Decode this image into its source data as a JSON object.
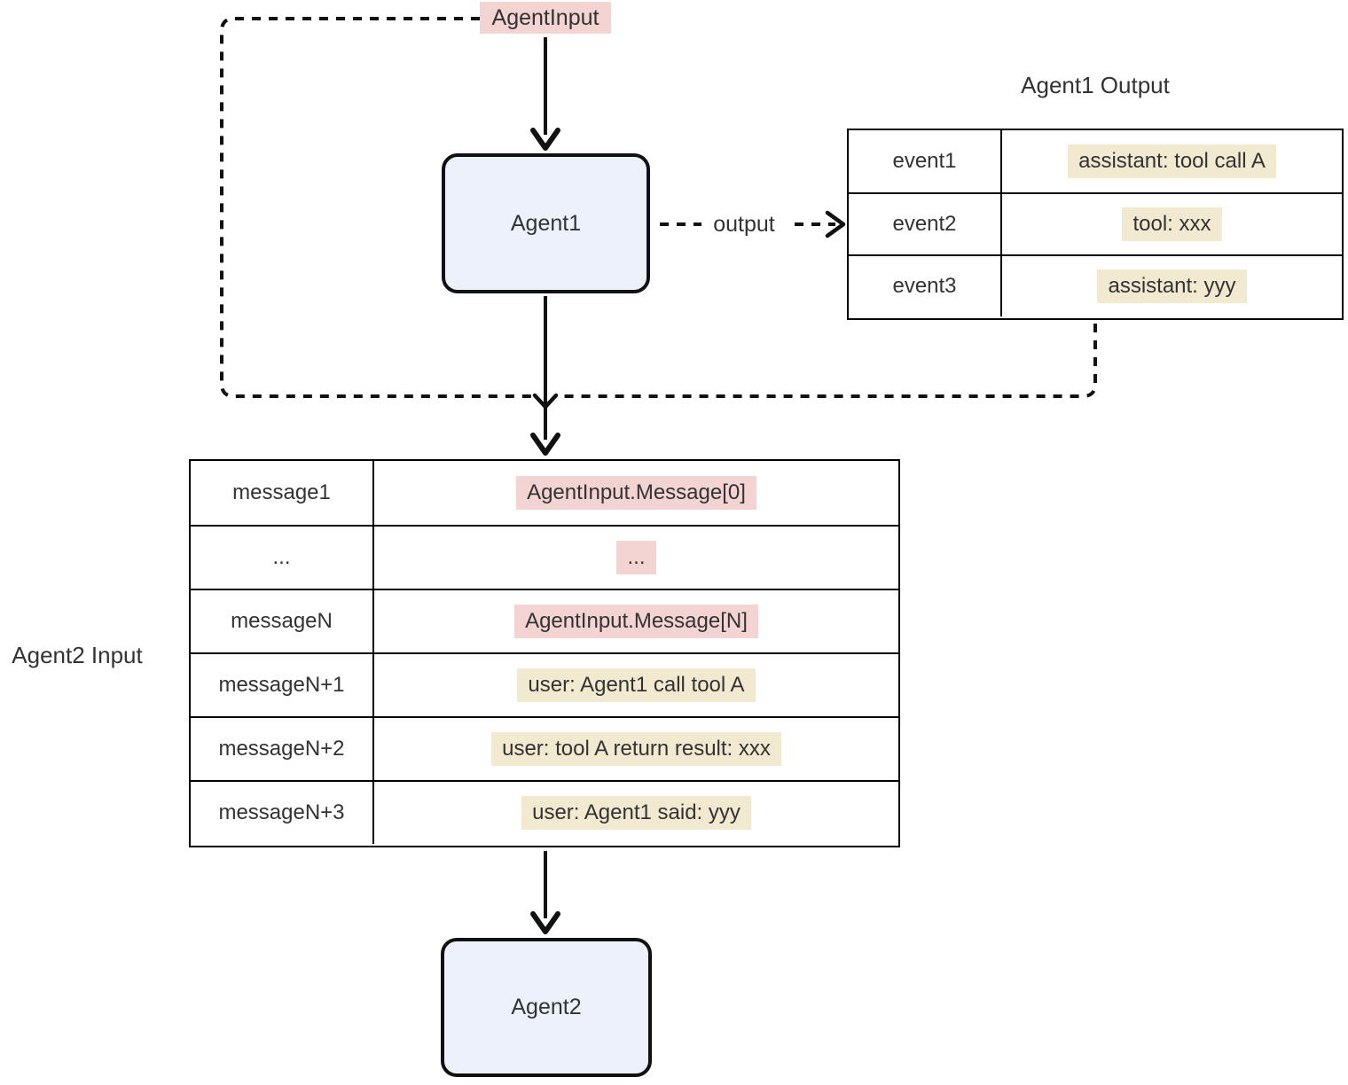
{
  "diagram": {
    "agent_input_label": "AgentInput",
    "agent1_label": "Agent1",
    "agent2_label": "Agent2",
    "output_edge_label": "output",
    "agent1_output": {
      "title": "Agent1 Output",
      "rows": [
        {
          "key": "event1",
          "value": "assistant: tool call A",
          "highlight": "cream"
        },
        {
          "key": "event2",
          "value": "tool: xxx",
          "highlight": "cream"
        },
        {
          "key": "event3",
          "value": "assistant: yyy",
          "highlight": "cream"
        }
      ]
    },
    "agent2_input": {
      "title": "Agent2 Input",
      "rows": [
        {
          "key": "message1",
          "value": "AgentInput.Message[0]",
          "highlight": "pink"
        },
        {
          "key": "...",
          "value": "...",
          "highlight": "pink"
        },
        {
          "key": "messageN",
          "value": "AgentInput.Message[N]",
          "highlight": "pink"
        },
        {
          "key": "messageN+1",
          "value": "user: Agent1 call tool A",
          "highlight": "cream"
        },
        {
          "key": "messageN+2",
          "value": "user: tool A return result: xxx",
          "highlight": "cream"
        },
        {
          "key": "messageN+3",
          "value": "user: Agent1 said: yyy",
          "highlight": "cream"
        }
      ]
    },
    "colors": {
      "pink_highlight": "#f4d3d3",
      "cream_highlight": "#f2e9d1",
      "node_fill": "#edf1fb",
      "line": "#111111",
      "text": "#333333"
    }
  }
}
